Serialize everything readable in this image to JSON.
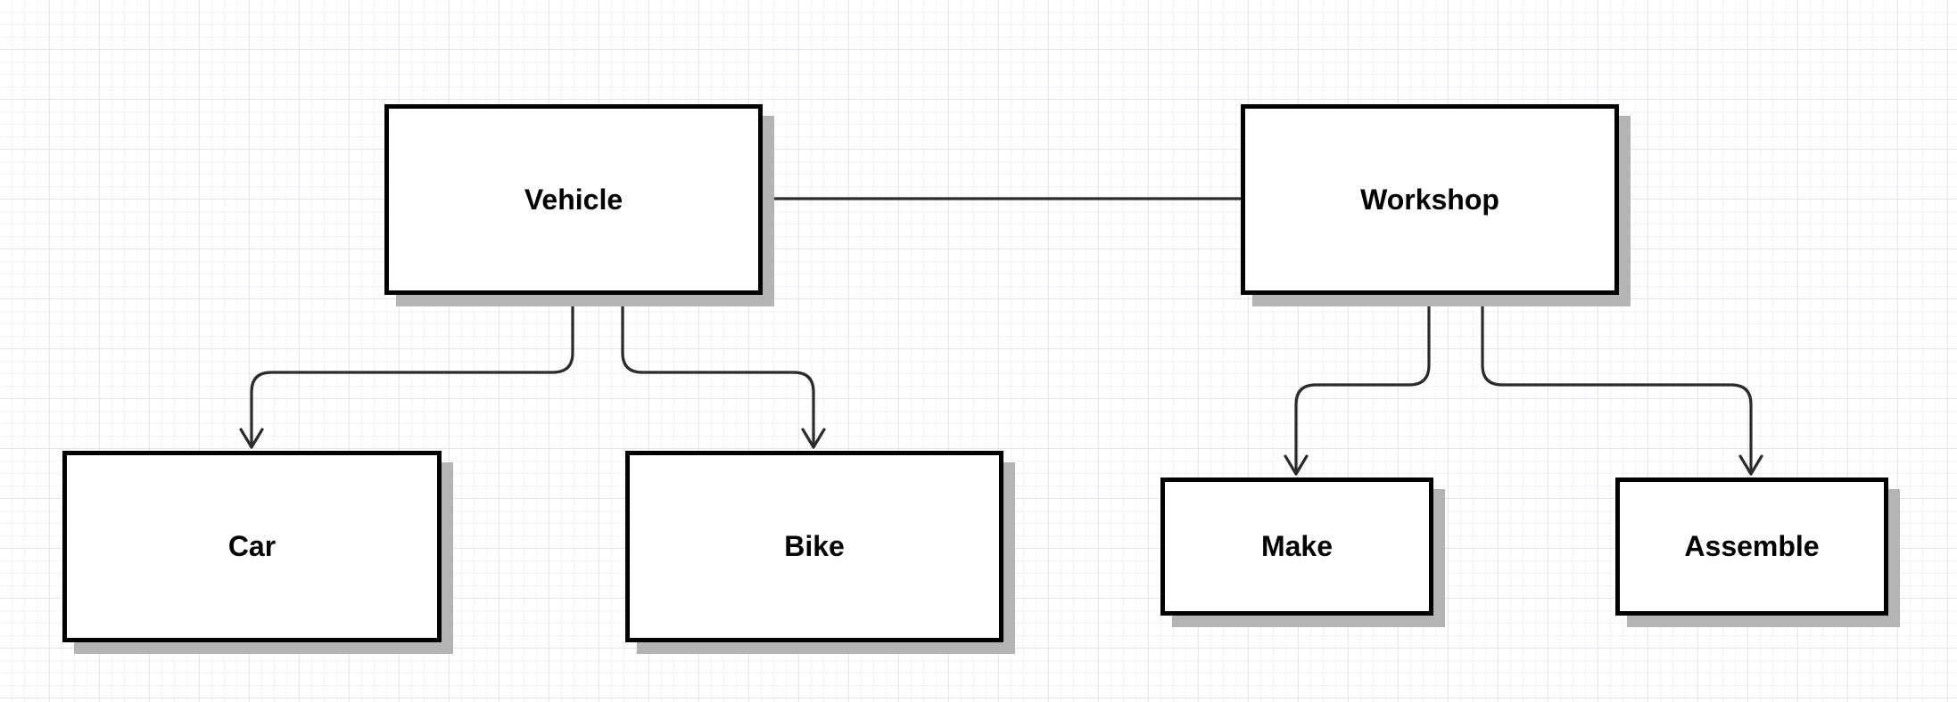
{
  "diagram": {
    "nodes": {
      "vehicle": {
        "label": "Vehicle"
      },
      "workshop": {
        "label": "Workshop"
      },
      "car": {
        "label": "Car"
      },
      "bike": {
        "label": "Bike"
      },
      "make": {
        "label": "Make"
      },
      "assemble": {
        "label": "Assemble"
      }
    },
    "edges": [
      {
        "from": "Vehicle",
        "to": "Workshop",
        "arrow": "none"
      },
      {
        "from": "Vehicle",
        "to": "Car",
        "arrow": "open"
      },
      {
        "from": "Vehicle",
        "to": "Bike",
        "arrow": "open"
      },
      {
        "from": "Workshop",
        "to": "Make",
        "arrow": "open"
      },
      {
        "from": "Workshop",
        "to": "Assemble",
        "arrow": "open"
      }
    ],
    "colors": {
      "node_border": "#000000",
      "node_fill": "#ffffff",
      "node_shadow": "#b3b3b3",
      "edge": "#2b2b2b",
      "grid": "#e4e4f2"
    }
  }
}
